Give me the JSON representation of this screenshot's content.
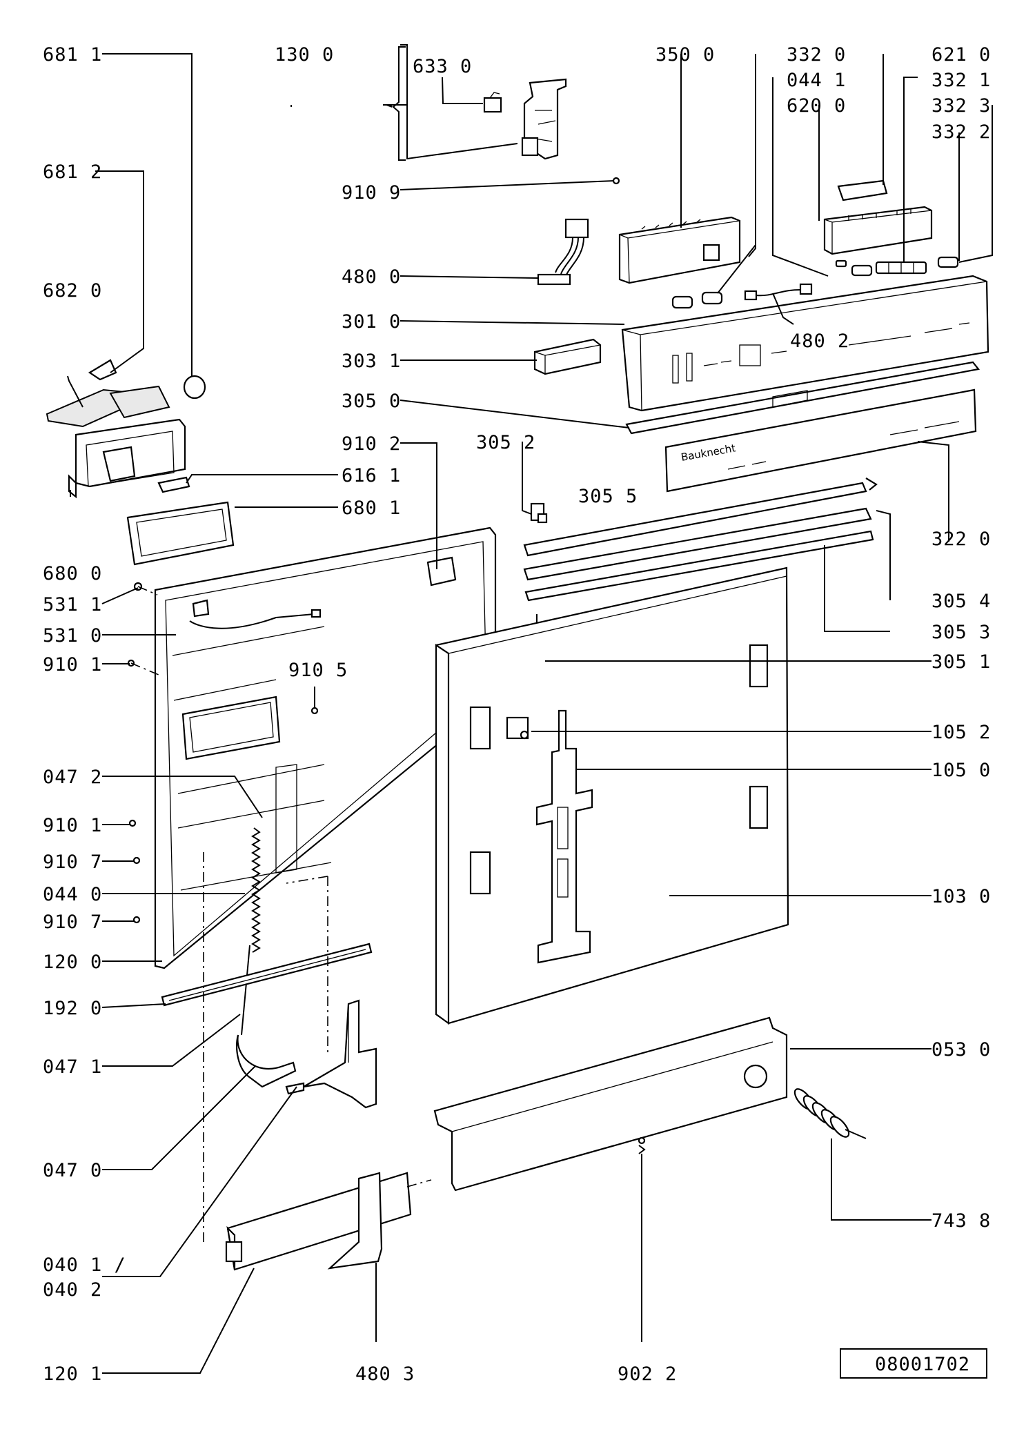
{
  "drawing_number": "08001702",
  "brand_mark": "Bauknecht",
  "labels": {
    "l681_1": "681 1",
    "l130_0": "130 0",
    "l633_0": "633 0",
    "l350_0": "350 0",
    "l332_0": "332 0",
    "l621_0": "621 0",
    "l044_1": "044 1",
    "l332_1": "332 1",
    "l620_0": "620 0",
    "l332_3": "332 3",
    "l332_2": "332 2",
    "l681_2": "681 2",
    "l910_9": "910 9",
    "l480_0": "480 0",
    "l682_0": "682 0",
    "l301_0": "301 0",
    "l480_2": "480 2",
    "l303_1": "303 1",
    "l305_0": "305 0",
    "l910_2": "910 2",
    "l305_2": "305 2",
    "l616_1": "616 1",
    "l680_1": "680 1",
    "l305_5": "305 5",
    "l322_0": "322 0",
    "l680_0": "680 0",
    "l531_1": "531 1",
    "l305_4": "305 4",
    "l531_0": "531 0",
    "l305_3": "305 3",
    "l910_1a": "910 1",
    "l910_5": "910 5",
    "l305_1": "305 1",
    "l105_2": "105 2",
    "l105_0": "105 0",
    "l047_2": "047 2",
    "l910_1b": "910 1",
    "l910_7a": "910 7",
    "l044_0": "044 0",
    "l103_0": "103 0",
    "l910_7b": "910 7",
    "l120_0": "120 0",
    "l192_0": "192 0",
    "l047_1": "047 1",
    "l053_0": "053 0",
    "l047_0": "047 0",
    "l040_1": "040 1 /",
    "l040_2": "040 2",
    "l743_8": "743 8",
    "l120_1": "120 1",
    "l480_3": "480 3",
    "l902_2": "902 2"
  }
}
